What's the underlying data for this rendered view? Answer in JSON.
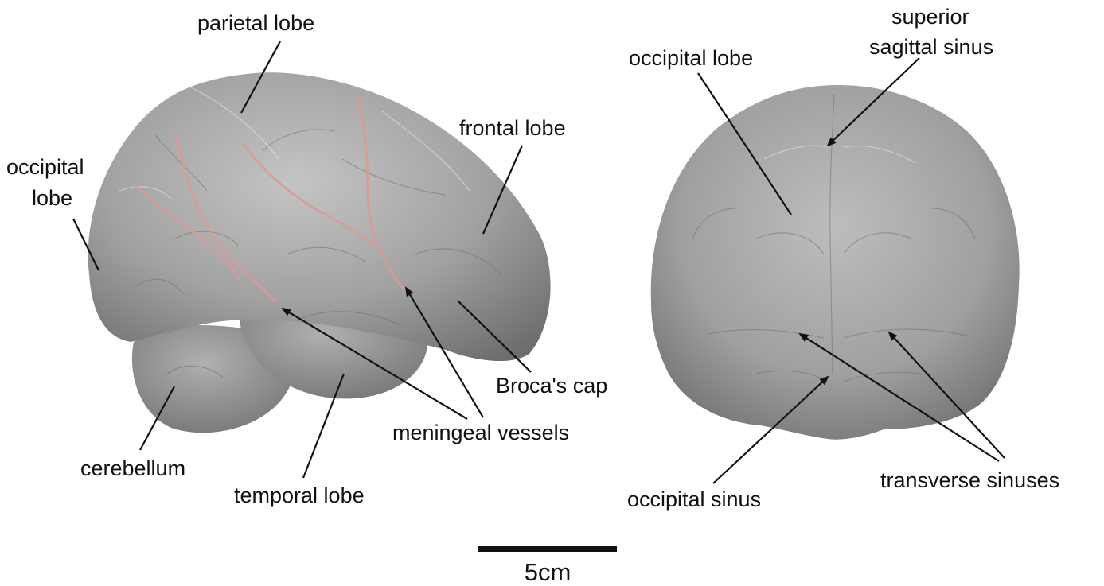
{
  "labels": {
    "parietal_lobe": "parietal lobe",
    "frontal_lobe": "frontal lobe",
    "occipital_lobe_left_line1": "occipital",
    "occipital_lobe_left_line2": "lobe",
    "brocas_cap": "Broca's cap",
    "meningeal_vessels": "meningeal vessels",
    "cerebellum": "cerebellum",
    "temporal_lobe": "temporal lobe",
    "occipital_lobe_right": "occipital lobe",
    "superior_sagittal_sinus_line1": "superior",
    "superior_sagittal_sinus_line2": "sagittal sinus",
    "transverse_sinuses": "transverse sinuses",
    "occipital_sinus": "occipital sinus"
  },
  "scale_bar": {
    "label": "5cm"
  },
  "colors": {
    "endocast_gray": "#9c9c9c",
    "vessel_highlight": "#d99a96",
    "text": "#111111"
  }
}
